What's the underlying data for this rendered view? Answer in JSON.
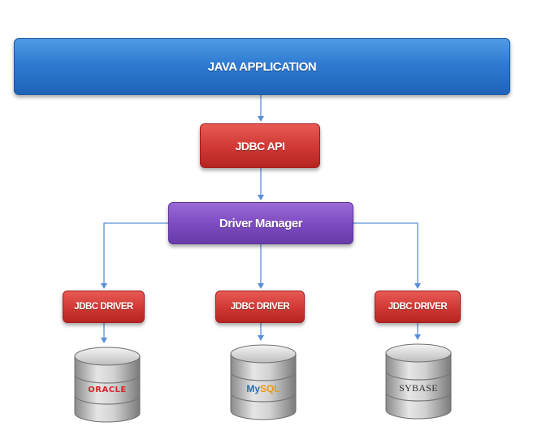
{
  "diagram": {
    "application": "JAVA APPLICATION",
    "api": "JDBC API",
    "manager": "Driver Manager",
    "drivers": [
      "JDBC DRIVER",
      "JDBC DRIVER",
      "JDBC DRIVER"
    ],
    "databases": {
      "oracle": "ORACLE",
      "mysql_my": "My",
      "mysql_sql": "SQL",
      "sybase": "SYBASE"
    }
  },
  "colors": {
    "application": "#2f7bd2",
    "api": "#d23a35",
    "manager": "#7f4cc2",
    "driver": "#d23a35",
    "connector": "#5b8fd6"
  }
}
